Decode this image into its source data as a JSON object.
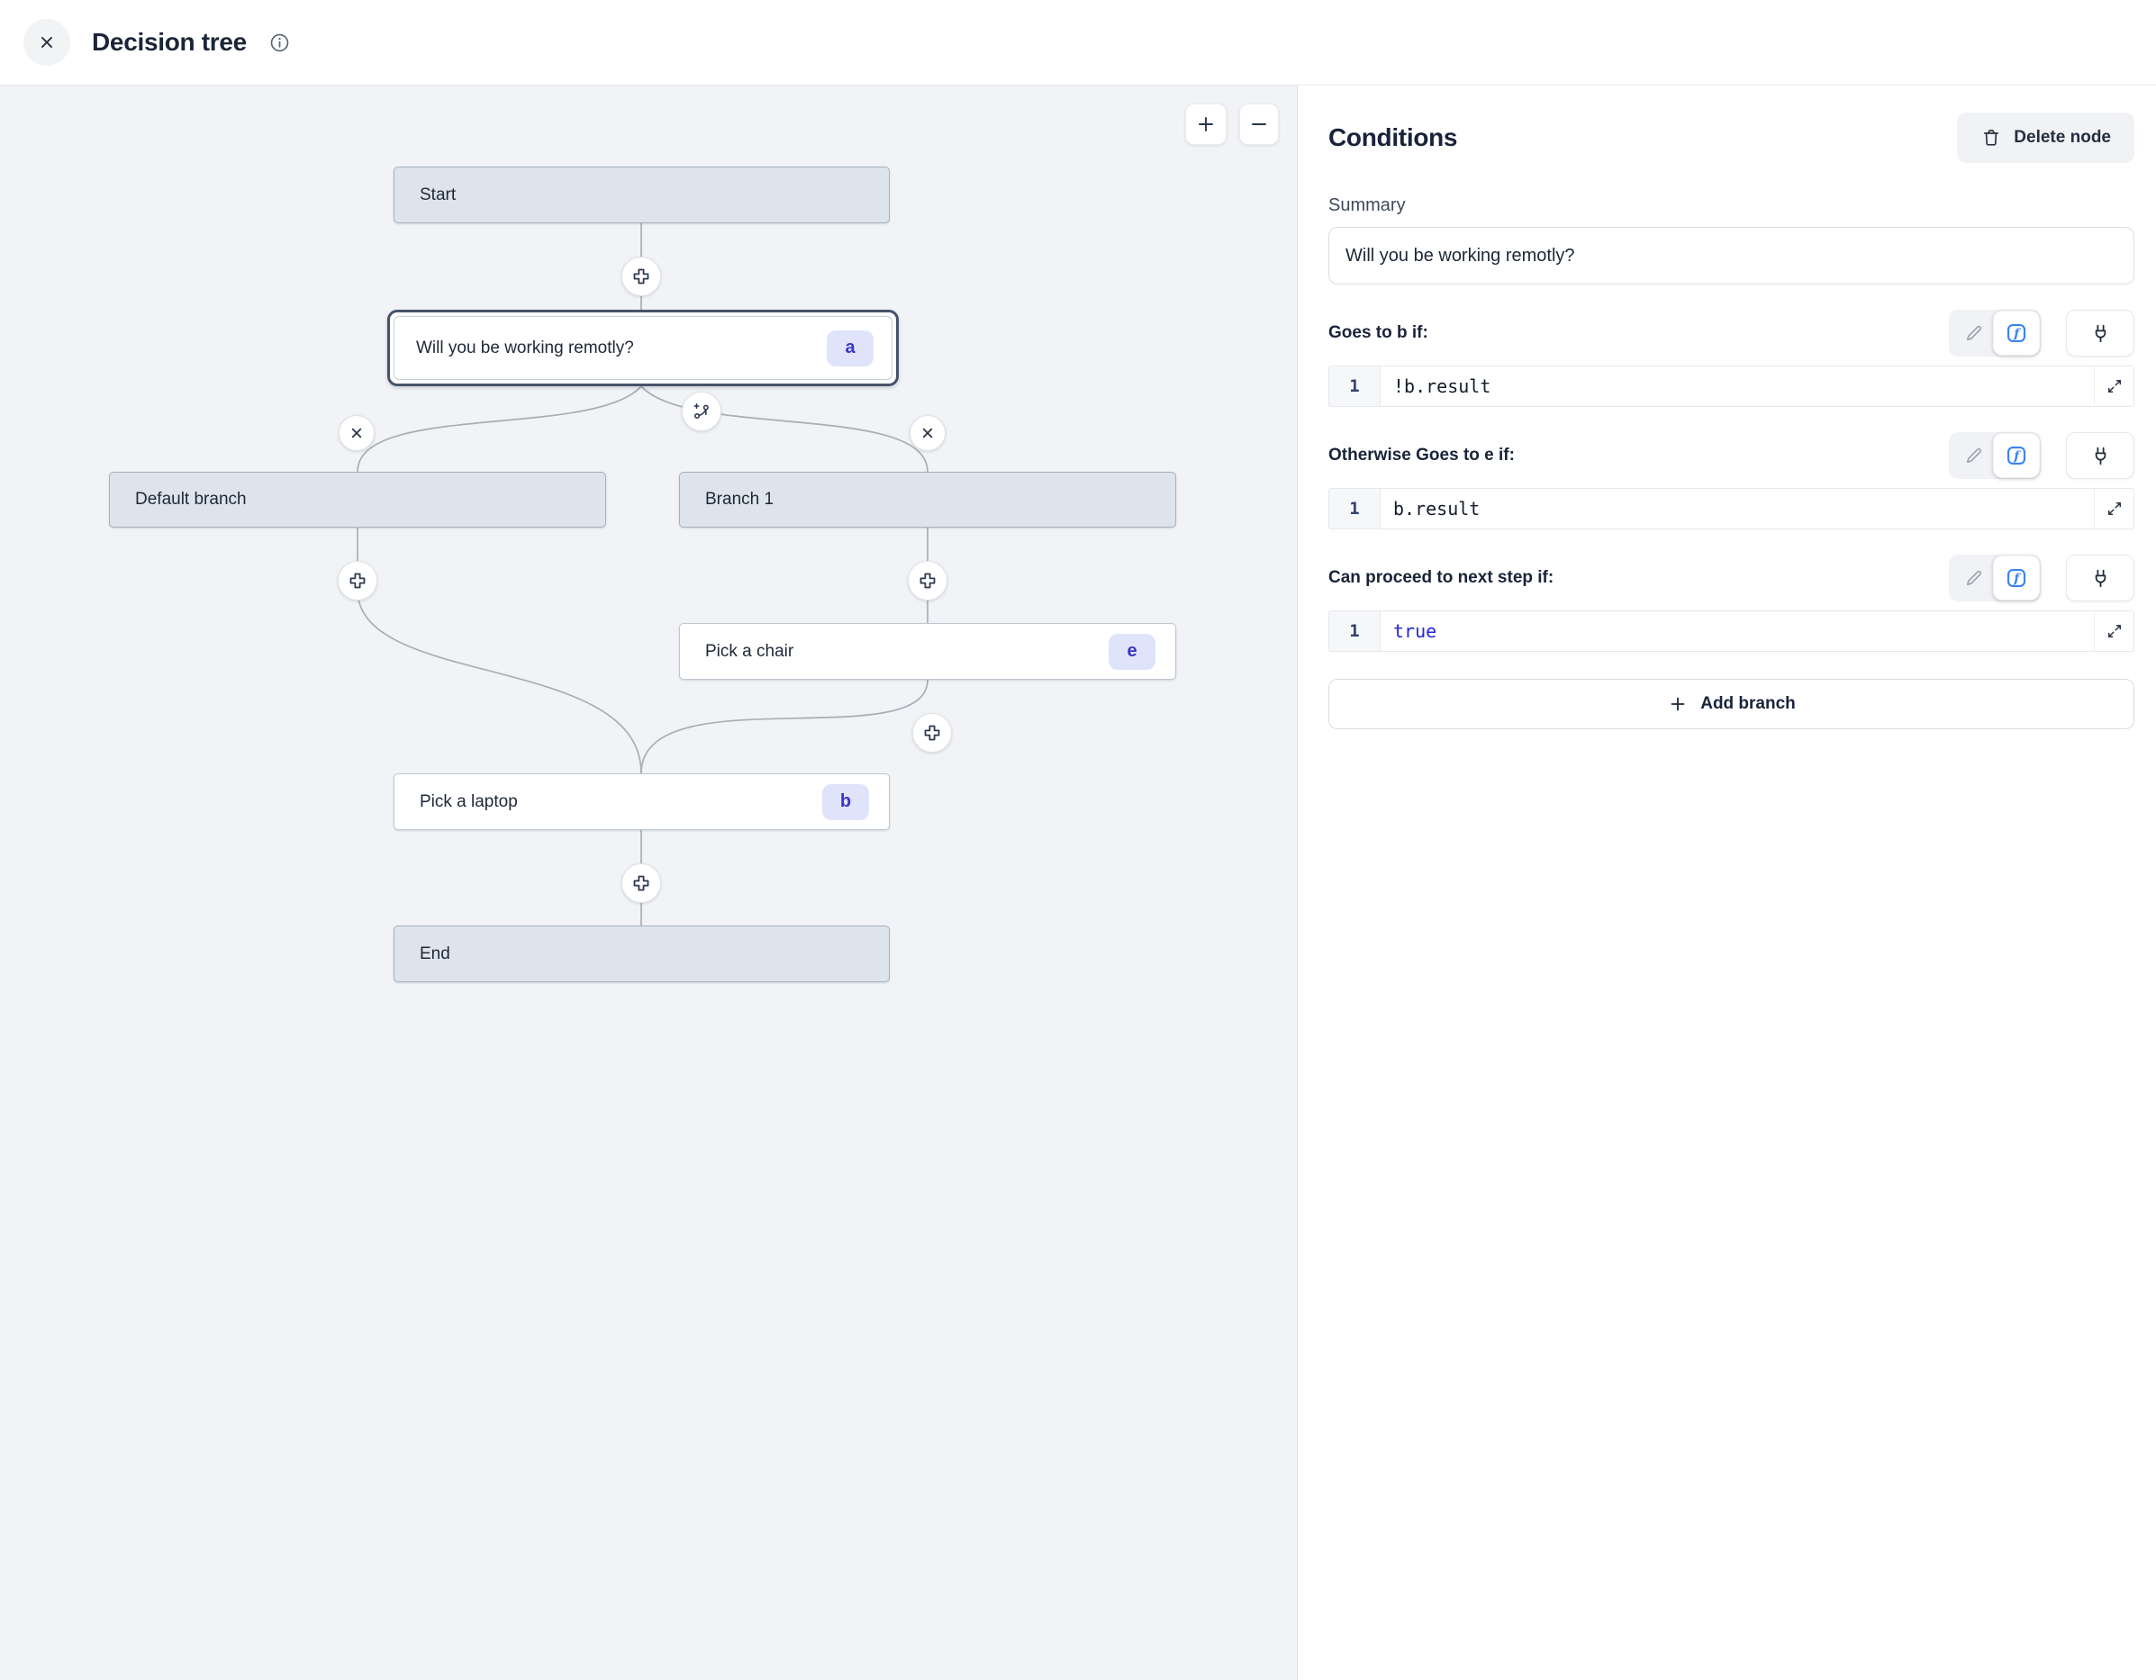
{
  "header": {
    "title": "Decision tree"
  },
  "canvas": {
    "nodes": {
      "start": {
        "label": "Start"
      },
      "question": {
        "label": "Will you be working remotly?",
        "badge": "a",
        "selected": true
      },
      "default_branch": {
        "label": "Default branch"
      },
      "branch1": {
        "label": "Branch 1"
      },
      "pick_chair": {
        "label": "Pick a chair",
        "badge": "e"
      },
      "pick_laptop": {
        "label": "Pick a laptop",
        "badge": "b"
      },
      "end": {
        "label": "End"
      }
    }
  },
  "panel": {
    "title": "Conditions",
    "delete_button_label": "Delete node",
    "summary_label": "Summary",
    "summary_value": "Will you be working remotly?",
    "rows": [
      {
        "label": "Goes to b if:",
        "line_number": "1",
        "code": "!b.result"
      },
      {
        "label": "Otherwise Goes to e if:",
        "line_number": "1",
        "code": "b.result"
      },
      {
        "label": "Can proceed to next step if:",
        "line_number": "1",
        "code": "true"
      }
    ],
    "add_branch_label": "Add branch"
  },
  "icons": {
    "close": "x",
    "info": "i-circle",
    "zoom_in": "plus",
    "zoom_out": "minus",
    "add_node": "plus-circle",
    "remove_branch": "x-circle",
    "add_branch_connector": "branch-plus",
    "edit": "pencil",
    "function_mode": "fx",
    "connect": "plug",
    "expand": "diagonal-arrows",
    "delete": "trash"
  },
  "colors": {
    "canvas_bg": "#f1f3f6",
    "node_fill": "#dee4eb",
    "node_border": "#a7b2bf",
    "selected_border": "#46536b",
    "edge": "#a9aeb6",
    "accent_blue": "#3b82f6",
    "badge_bg": "#e0e4fb",
    "badge_text": "#3a35c6",
    "keyword": "#2525d8"
  }
}
